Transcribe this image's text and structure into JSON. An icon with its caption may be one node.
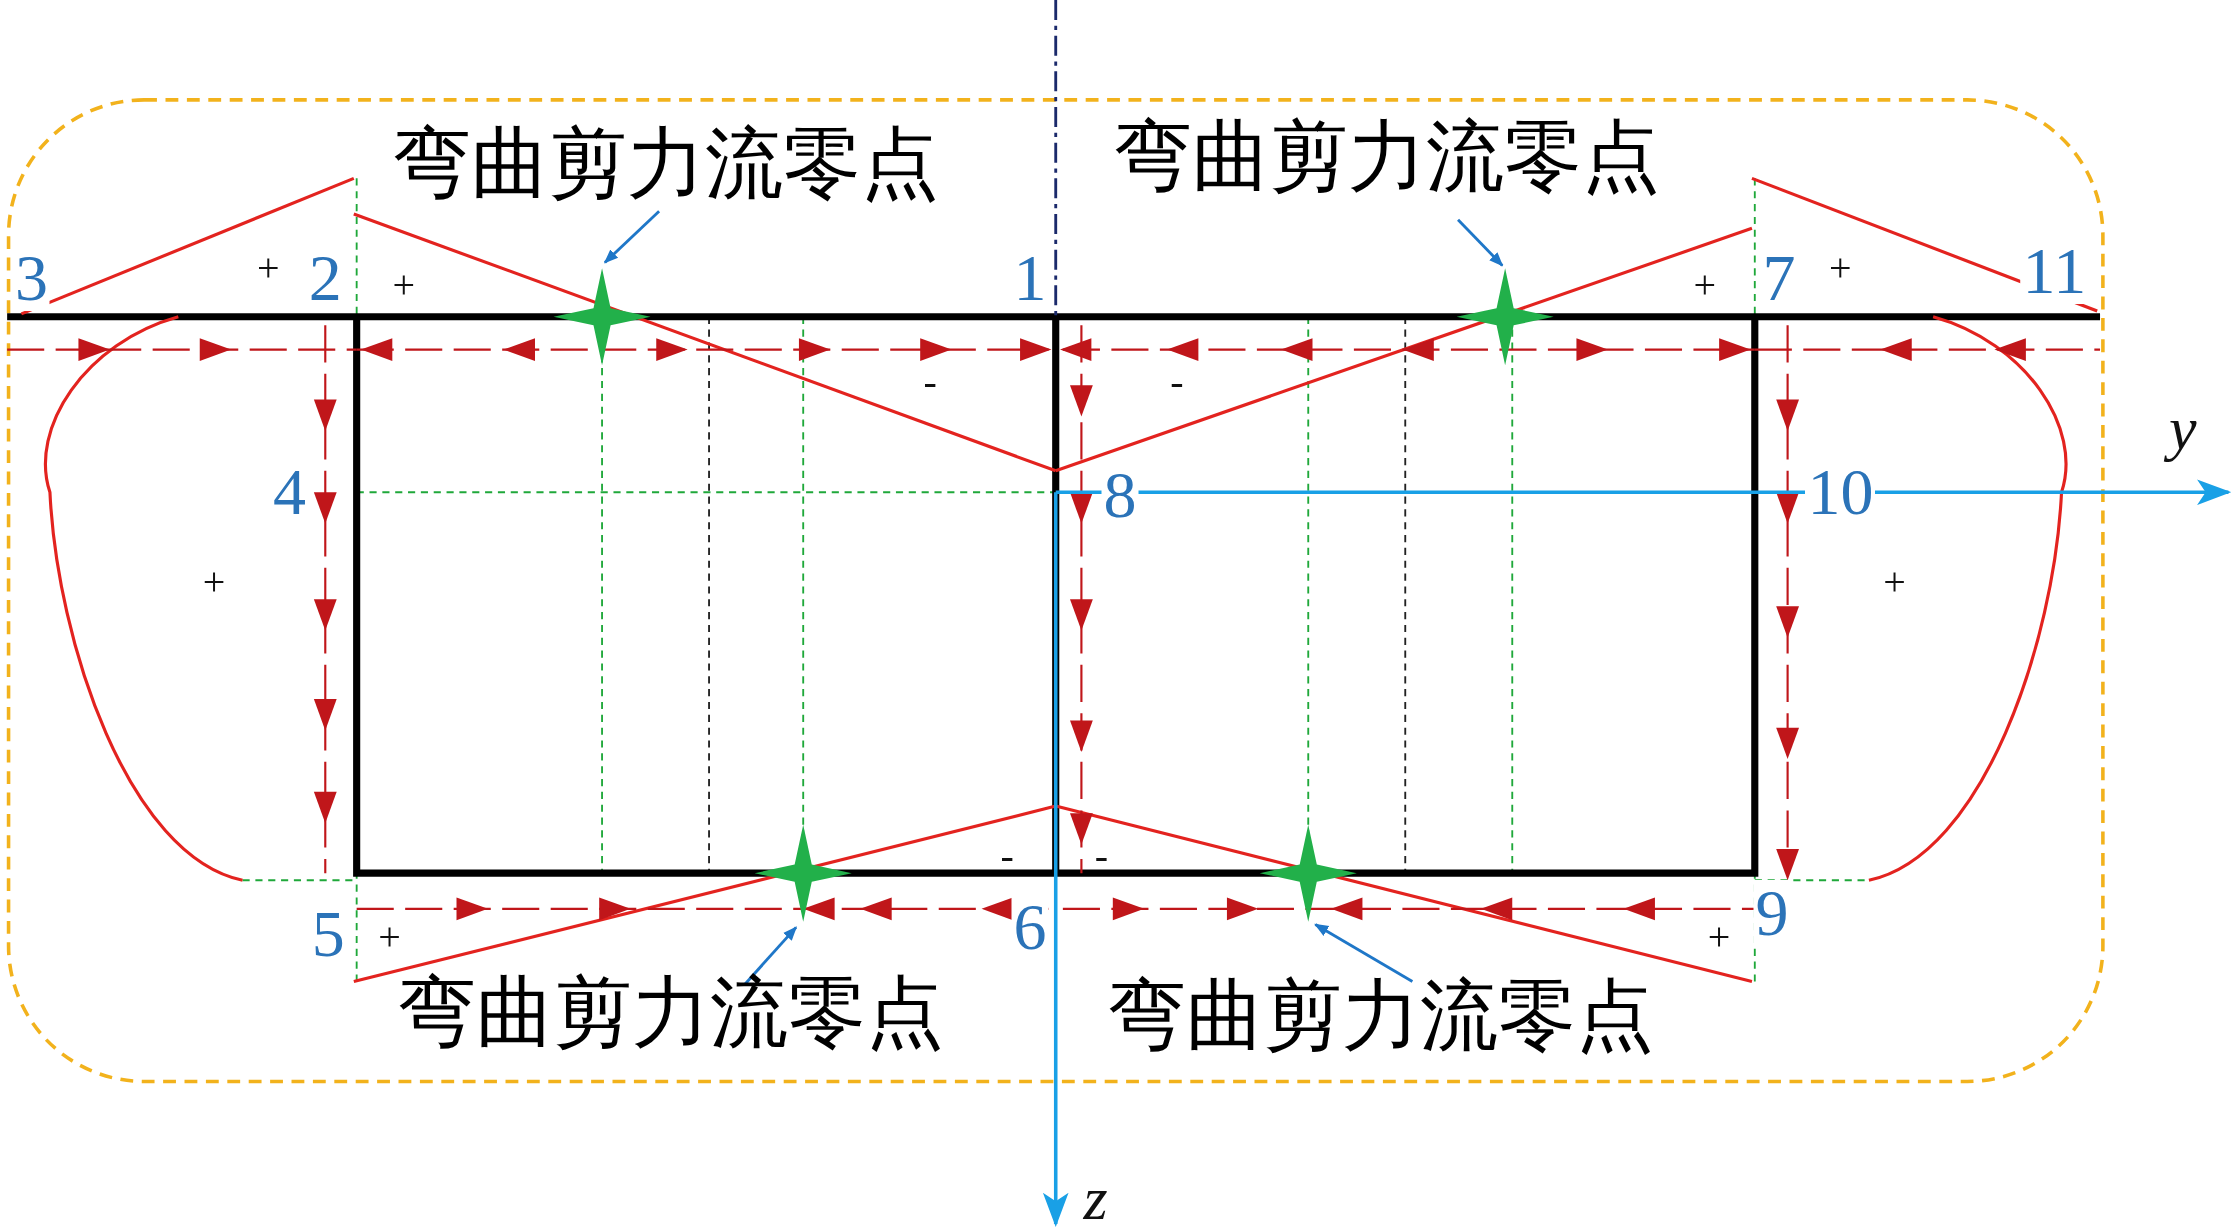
{
  "diagram": {
    "nodes": [
      {
        "text": [
          "弯曲剪力流零点"
        ]
      },
      {
        "text": [
          "弯曲剪力流零点"
        ]
      },
      {
        "text": [
          "弯曲剪力流零点"
        ]
      },
      {
        "text": [
          "弯曲剪力流零点"
        ]
      },
      {
        "text": [],
        "shape": "star"
      },
      {
        "text": [],
        "shape": "star"
      },
      {
        "text": [],
        "shape": "star"
      },
      {
        "text": [],
        "shape": "star"
      }
    ],
    "edges": [
      {
        "from": 0,
        "to": 4,
        "arrow": "to"
      },
      {
        "from": 1,
        "to": 5,
        "arrow": "to"
      },
      {
        "from": 2,
        "to": 6,
        "arrow": "to"
      },
      {
        "from": 3,
        "to": 7,
        "arrow": "to"
      }
    ],
    "labels": [
      "3",
      "+",
      "2",
      "+",
      "1",
      "+",
      "7",
      "+",
      "11",
      "-",
      "-",
      "y",
      "4",
      "8",
      "10",
      "+",
      "+",
      "-",
      "-",
      "5",
      "+",
      "6",
      "+",
      "9",
      "z"
    ]
  }
}
